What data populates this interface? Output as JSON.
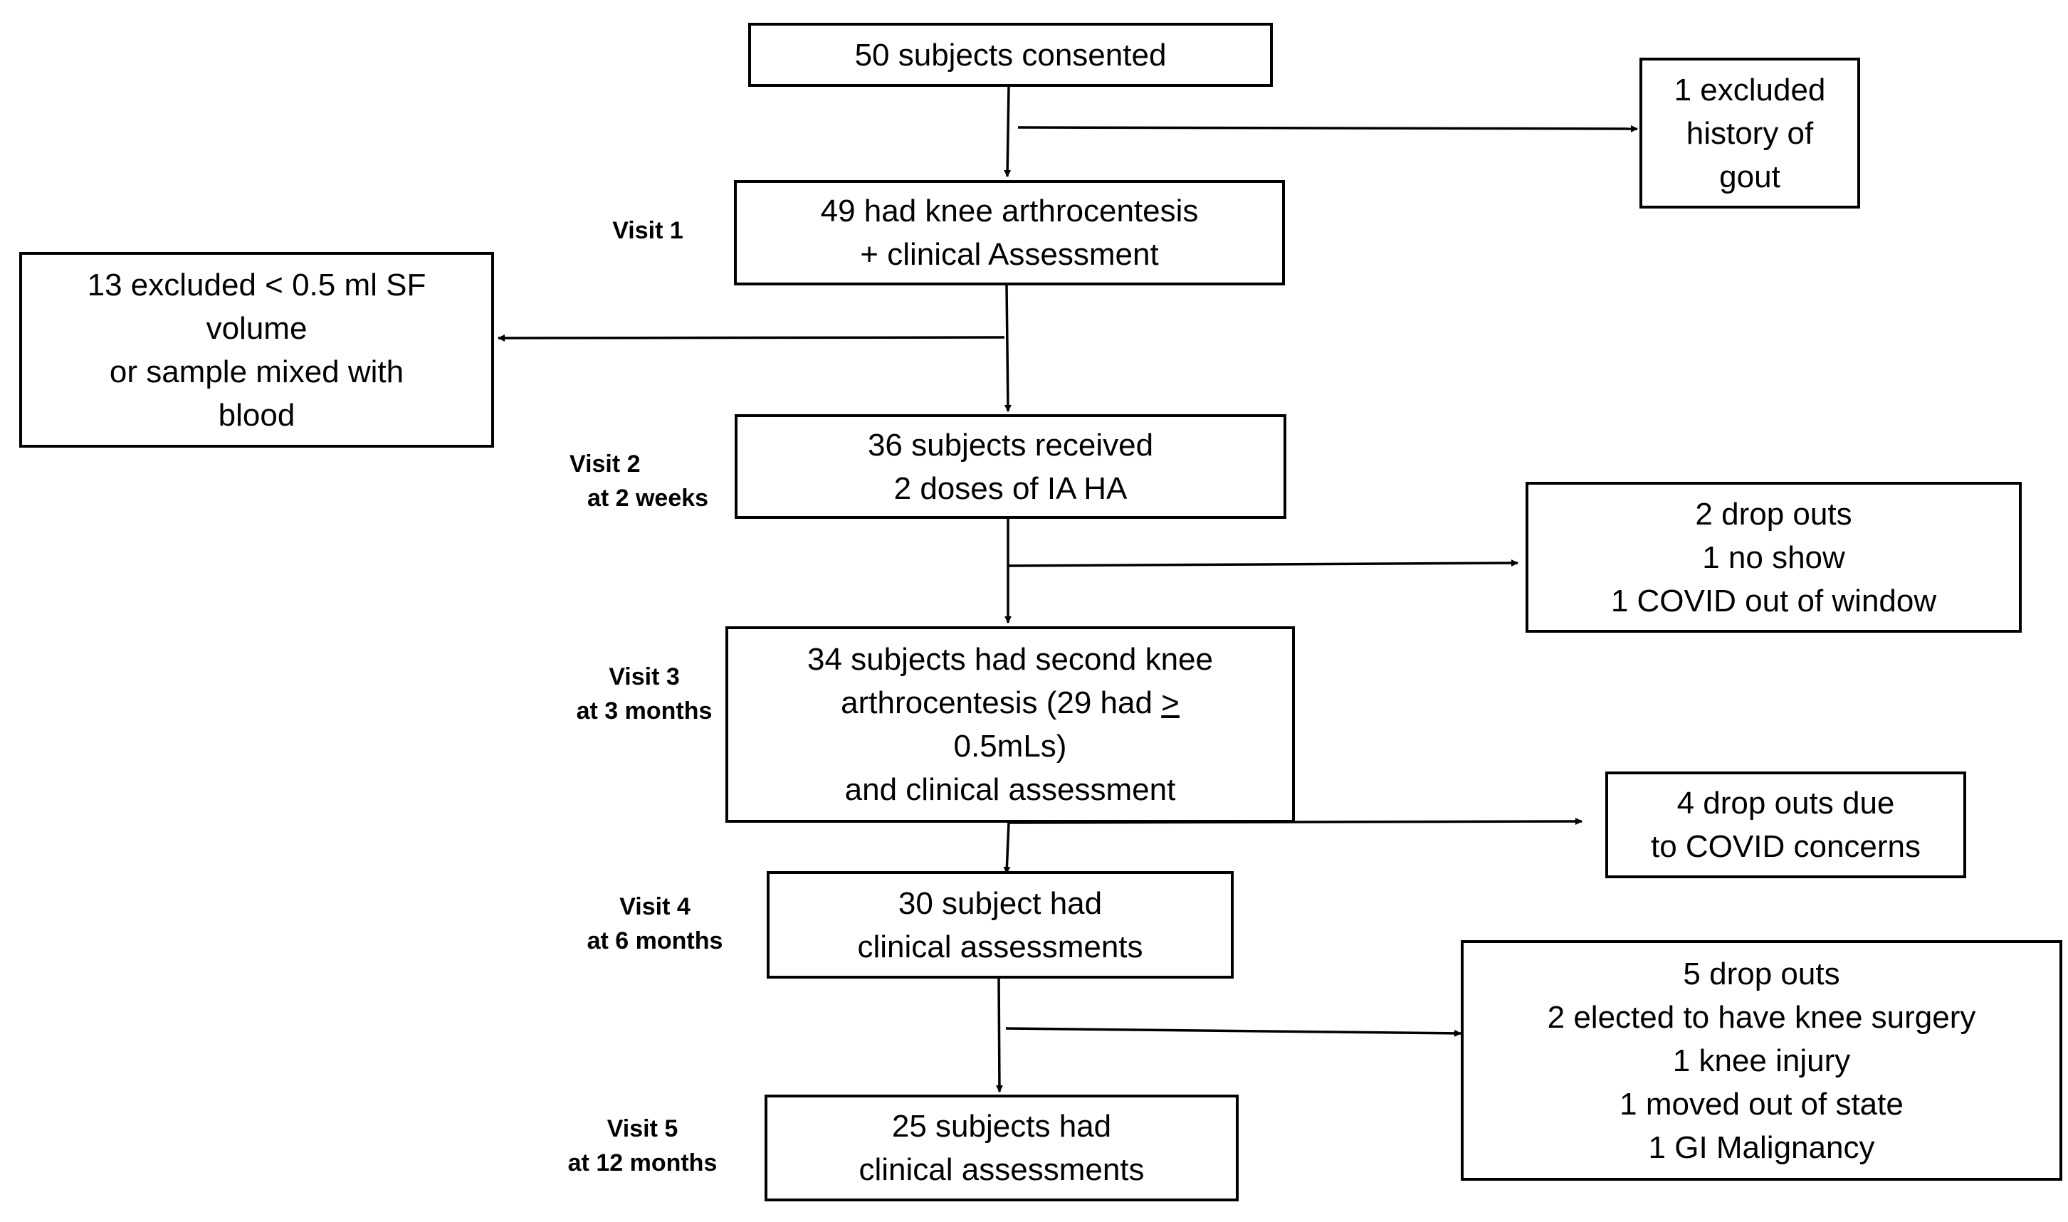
{
  "main_flow": {
    "consented": "50 subjects consented",
    "visit1_box": [
      "49 had knee arthrocentesis",
      "+ clinical Assessment"
    ],
    "visit2_box": [
      "36 subjects received",
      "2 doses of IA HA"
    ],
    "visit3_box": {
      "line1": "34 subjects had second knee",
      "line2_pre": "arthrocentesis (29 had ",
      "line2_sym": ">",
      "line3": "0.5mLs)",
      "line4": "and clinical assessment"
    },
    "visit4_box": [
      "30 subject had",
      "clinical assessments"
    ],
    "visit5_box": [
      "25 subjects had",
      "clinical assessments"
    ]
  },
  "exclusions": {
    "gout": [
      "1 excluded",
      "history of",
      "gout"
    ],
    "sf_volume": [
      "13 excluded < 0.5 ml SF",
      "volume",
      "or sample mixed with",
      "blood"
    ],
    "dropouts_2": [
      "2 drop outs",
      "1 no show",
      "1 COVID out of window"
    ],
    "dropouts_4": [
      "4 drop outs due",
      "to COVID concerns"
    ],
    "dropouts_5": [
      "5 drop outs",
      "2 elected to have knee surgery",
      "1 knee injury",
      "1 moved out of state",
      "1 GI Malignancy"
    ]
  },
  "visits": {
    "v1": [
      "Visit 1"
    ],
    "v2": [
      "Visit 2",
      "at 2 weeks"
    ],
    "v3": [
      "Visit 3",
      "at 3 months"
    ],
    "v4": [
      "Visit 4",
      "at 6 months"
    ],
    "v5": [
      "Visit 5",
      "at 12 months"
    ]
  }
}
